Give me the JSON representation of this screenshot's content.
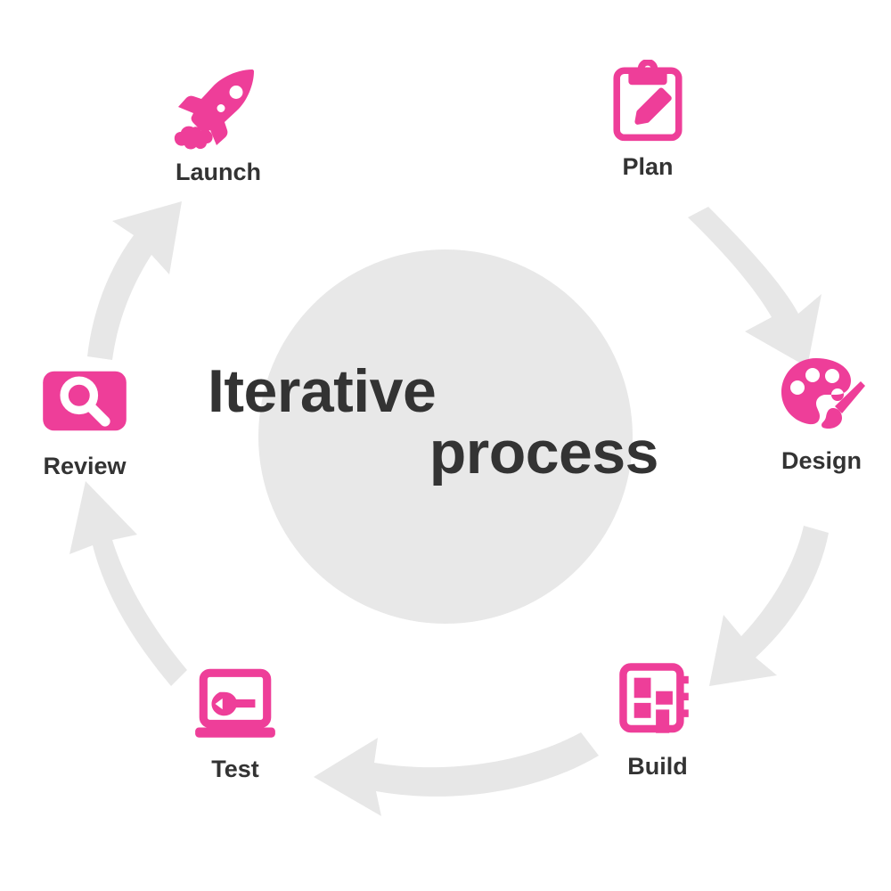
{
  "diagram": {
    "type": "cycle",
    "center": {
      "title_line1": "Iterative",
      "title_line2": "process",
      "circle_color": "#E8E8E8",
      "text_color": "#333333"
    },
    "accent_color": "#EE3E99",
    "arrow_color": "#E7E7E7",
    "background_color": "#FFFFFF",
    "nodes": [
      {
        "id": "plan",
        "label": "Plan",
        "icon": "clipboard-pencil-icon",
        "order": 1
      },
      {
        "id": "design",
        "label": "Design",
        "icon": "paint-palette-brush-icon",
        "order": 2
      },
      {
        "id": "build",
        "label": "Build",
        "icon": "microchip-icon",
        "order": 3
      },
      {
        "id": "test",
        "label": "Test",
        "icon": "laptop-wrench-icon",
        "order": 4
      },
      {
        "id": "review",
        "label": "Review",
        "icon": "magnifier-badge-icon",
        "order": 5
      },
      {
        "id": "launch",
        "label": "Launch",
        "icon": "rocket-icon",
        "order": 6
      }
    ],
    "arrows": [
      {
        "id": "plan-to-design",
        "from": "Plan",
        "to": "Design"
      },
      {
        "id": "design-to-build",
        "from": "Design",
        "to": "Build"
      },
      {
        "id": "build-to-test",
        "from": "Build",
        "to": "Test"
      },
      {
        "id": "test-to-review",
        "from": "Test",
        "to": "Review"
      },
      {
        "id": "review-to-launch",
        "from": "Review",
        "to": "Launch"
      }
    ]
  }
}
